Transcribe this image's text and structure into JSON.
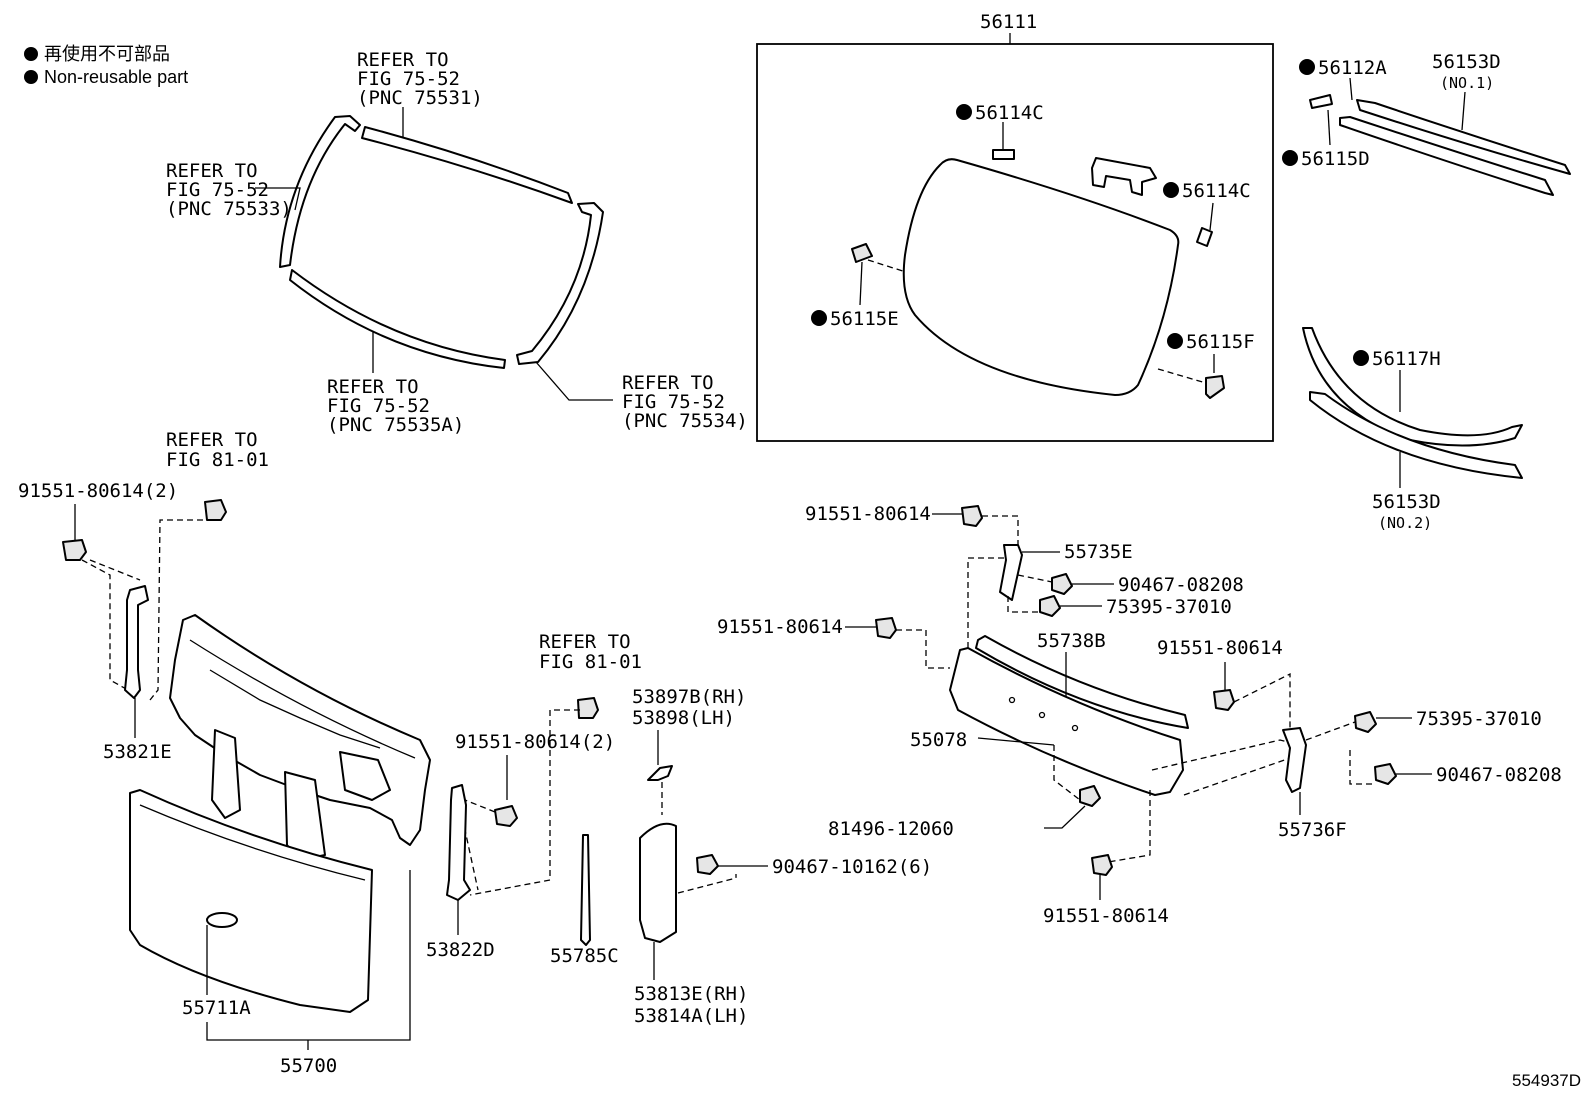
{
  "legend": {
    "jp_text": "再使用不可部品",
    "en_text": "Non-reusable part"
  },
  "refs": {
    "r75531": [
      "REFER TO",
      "FIG 75-52",
      "(PNC 75531)"
    ],
    "r75533": [
      "REFER TO",
      "FIG 75-52",
      "(PNC 75533)"
    ],
    "r75535a": [
      "REFER TO",
      "FIG 75-52",
      "(PNC 75535A)"
    ],
    "r75534": [
      "REFER TO",
      "FIG 75-52",
      "(PNC 75534)"
    ],
    "r8101_left": [
      "REFER TO",
      "FIG 81-01"
    ],
    "r8101_mid": [
      "REFER TO",
      "FIG 81-01"
    ]
  },
  "parts": {
    "p56111": "56111",
    "p56114c_top": "56114C",
    "p56114c_right": "56114C",
    "p56115e": "56115E",
    "p56115f": "56115F",
    "p56112a": "56112A",
    "p56115d": "56115D",
    "p56153d_1": "56153D",
    "p56153d_1_note": "(NO.1)",
    "p56117h": "56117H",
    "p56153d_2": "56153D",
    "p56153d_2_note": "(NO.2)",
    "p91551_2_left": "91551-80614(2)",
    "p53821e": "53821E",
    "p55711a": "55711A",
    "p55700": "55700",
    "p91551_2_mid": "91551-80614(2)",
    "p53822d": "53822D",
    "p55785c": "55785C",
    "p53897b": "53897B(RH)",
    "p53898": "53898(LH)",
    "p53813e": "53813E(RH)",
    "p53814a": "53814A(LH)",
    "p90467_10162": "90467-10162(6)",
    "p91551_a": "91551-80614",
    "p55735e": "55735E",
    "p90467_08208_a": "90467-08208",
    "p75395_a": "75395-37010",
    "p91551_b": "91551-80614",
    "p55738b": "55738B",
    "p91551_c": "91551-80614",
    "p55078": "55078",
    "p75395_b": "75395-37010",
    "p90467_08208_b": "90467-08208",
    "p81496": "81496-12060",
    "p55736f": "55736F",
    "p91551_d": "91551-80614"
  },
  "diagram_id": "554937D"
}
